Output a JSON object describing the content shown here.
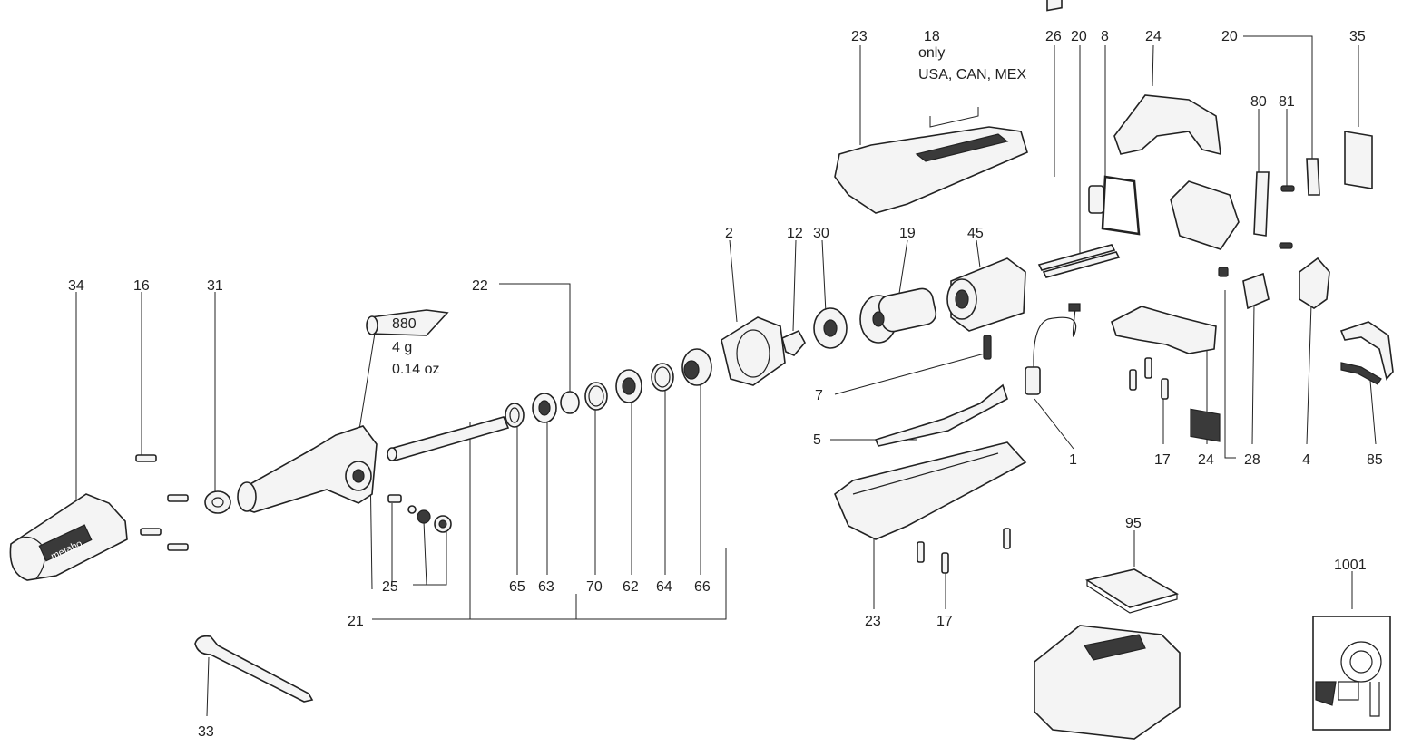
{
  "labels": {
    "l1": "1",
    "l2": "2",
    "l4": "4",
    "l5": "5",
    "l7": "7",
    "l8": "8",
    "l12": "12",
    "l16": "16",
    "l17a": "17",
    "l17b": "17",
    "l18": "18",
    "l18note1": "only",
    "l18note2": "USA, CAN, MEX",
    "l19": "19",
    "l20a": "20",
    "l20b": "20",
    "l21": "21",
    "l22": "22",
    "l23a": "23",
    "l23b": "23",
    "l24a": "24",
    "l24b": "24",
    "l25": "25",
    "l26": "26",
    "l28": "28",
    "l30": "30",
    "l31": "31",
    "l33": "33",
    "l34": "34",
    "l35": "35",
    "l45": "45",
    "l62": "62",
    "l63": "63",
    "l64": "64",
    "l65": "65",
    "l66": "66",
    "l70": "70",
    "l80": "80",
    "l81": "81",
    "l85": "85",
    "l95": "95",
    "l1001": "1001"
  },
  "grease": {
    "code": "880",
    "weight_g": "4 g",
    "weight_oz": "0.14 oz"
  },
  "brand": {
    "nose_text": "metabo"
  },
  "icons": [
    "grease-tube-icon",
    "battery-pack-icon",
    "circuit-diagram-icon"
  ]
}
